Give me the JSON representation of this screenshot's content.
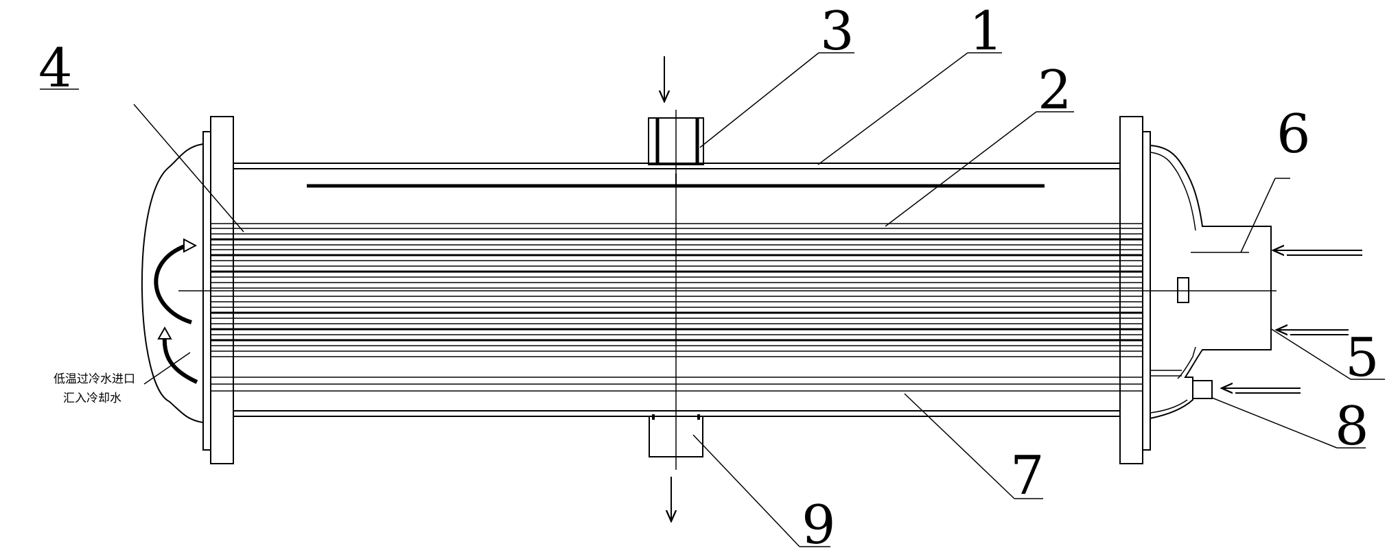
{
  "labels": {
    "l1": "1",
    "l2": "2",
    "l3": "3",
    "l4": "4",
    "l5": "5",
    "l6": "6",
    "l7": "7",
    "l8": "8",
    "l9": "9"
  },
  "note": {
    "line1": "低温过冷水进口",
    "line2": "汇入冷却水"
  }
}
